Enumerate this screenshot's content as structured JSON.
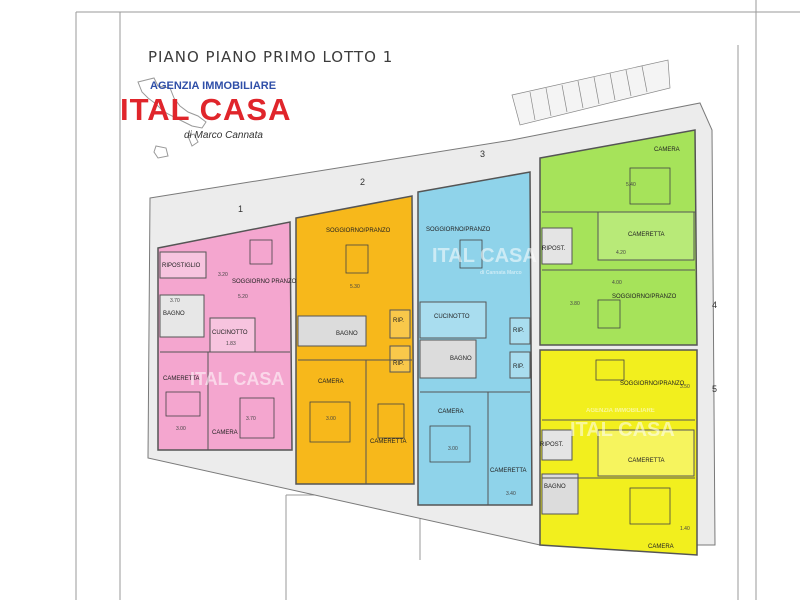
{
  "title": "PIANO PIANO PRIMO LOTTO 1",
  "logo": {
    "agency": "AGENZIA IMMOBILIARE",
    "brand": "ITAL CASA",
    "owner": "di Marco Cannata"
  },
  "watermark": {
    "brand": "ITAL CASA",
    "owner": "di Cannata Marco",
    "agency": "AGENZIA IMMOBILIARE"
  },
  "colors": {
    "unit1": "#f4a6cf",
    "unit2": "#f7b81b",
    "unit3": "#8fd3ea",
    "unit4": "#a6e35a",
    "unit5": "#f2ef1e",
    "logo_red": "#e0252b",
    "logo_blue": "#2f4fa8"
  },
  "unit_numbers": [
    "1",
    "2",
    "3",
    "4",
    "5"
  ],
  "rooms": {
    "u1_ripostiglio": "RIPOSTIGLIO",
    "u1_soggiorno": "SOGGIORNO PRANZO",
    "u1_bagno": "BAGNO",
    "u1_cucinotto": "CUCINOTTO",
    "u1_cameretta": "CAMERETTA",
    "u1_camera": "CAMERA",
    "u2_soggiorno": "SOGGIORNO/PRANZO",
    "u2_bagno": "BAGNO",
    "u2_rip1": "RIP.",
    "u2_rip2": "RIP.",
    "u2_camera": "CAMERA",
    "u2_cameretta": "CAMERETTA",
    "u3_soggiorno": "SOGGIORNO/PRANZO",
    "u3_cucinotto": "CUCINOTTO",
    "u3_bagno": "BAGNO",
    "u3_rip1": "RIP.",
    "u3_rip2": "RIP.",
    "u3_camera": "CAMERA",
    "u3_cameretta": "CAMERETTA",
    "u4_camera": "CAMERA",
    "u4_ripost": "RIPOST.",
    "u4_cameretta": "CAMERETTA",
    "u4_soggiorno": "SOGGIORNO/PRANZO",
    "u5_soggiorno": "SOGGIORNO/PRANZO",
    "u5_ripost": "RIPOST.",
    "u5_cameretta": "CAMERETTA",
    "u5_bagno": "BAGNO",
    "u5_camera": "CAMERA"
  },
  "dimensions": {
    "d1": "3.20",
    "d2": "5.20",
    "d3": "3.70",
    "d4": "1.83",
    "d5": "3.70",
    "d6": "3.00",
    "d7": "5.30",
    "d8": "3.00",
    "d9": "3.00",
    "d10": "5.40",
    "d11": "4.20",
    "d12": "4.00",
    "d13": "3.80",
    "d14": "3.50",
    "d15": "1.40",
    "d16": "3.40"
  }
}
